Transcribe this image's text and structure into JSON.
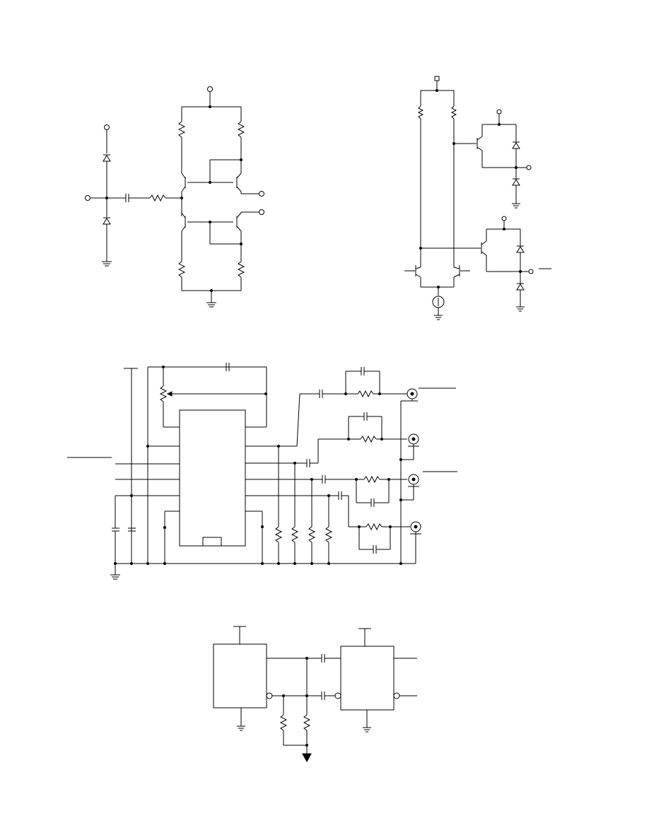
{
  "page": {
    "background_color": "#ffffff",
    "line_color": "#000000"
  },
  "figures": [
    {
      "id": "figure-1",
      "description_visible_text": ""
    },
    {
      "id": "figure-2",
      "description_visible_text": ""
    },
    {
      "id": "figure-3",
      "description_visible_text": ""
    },
    {
      "id": "figure-4",
      "description_visible_text": ""
    }
  ]
}
